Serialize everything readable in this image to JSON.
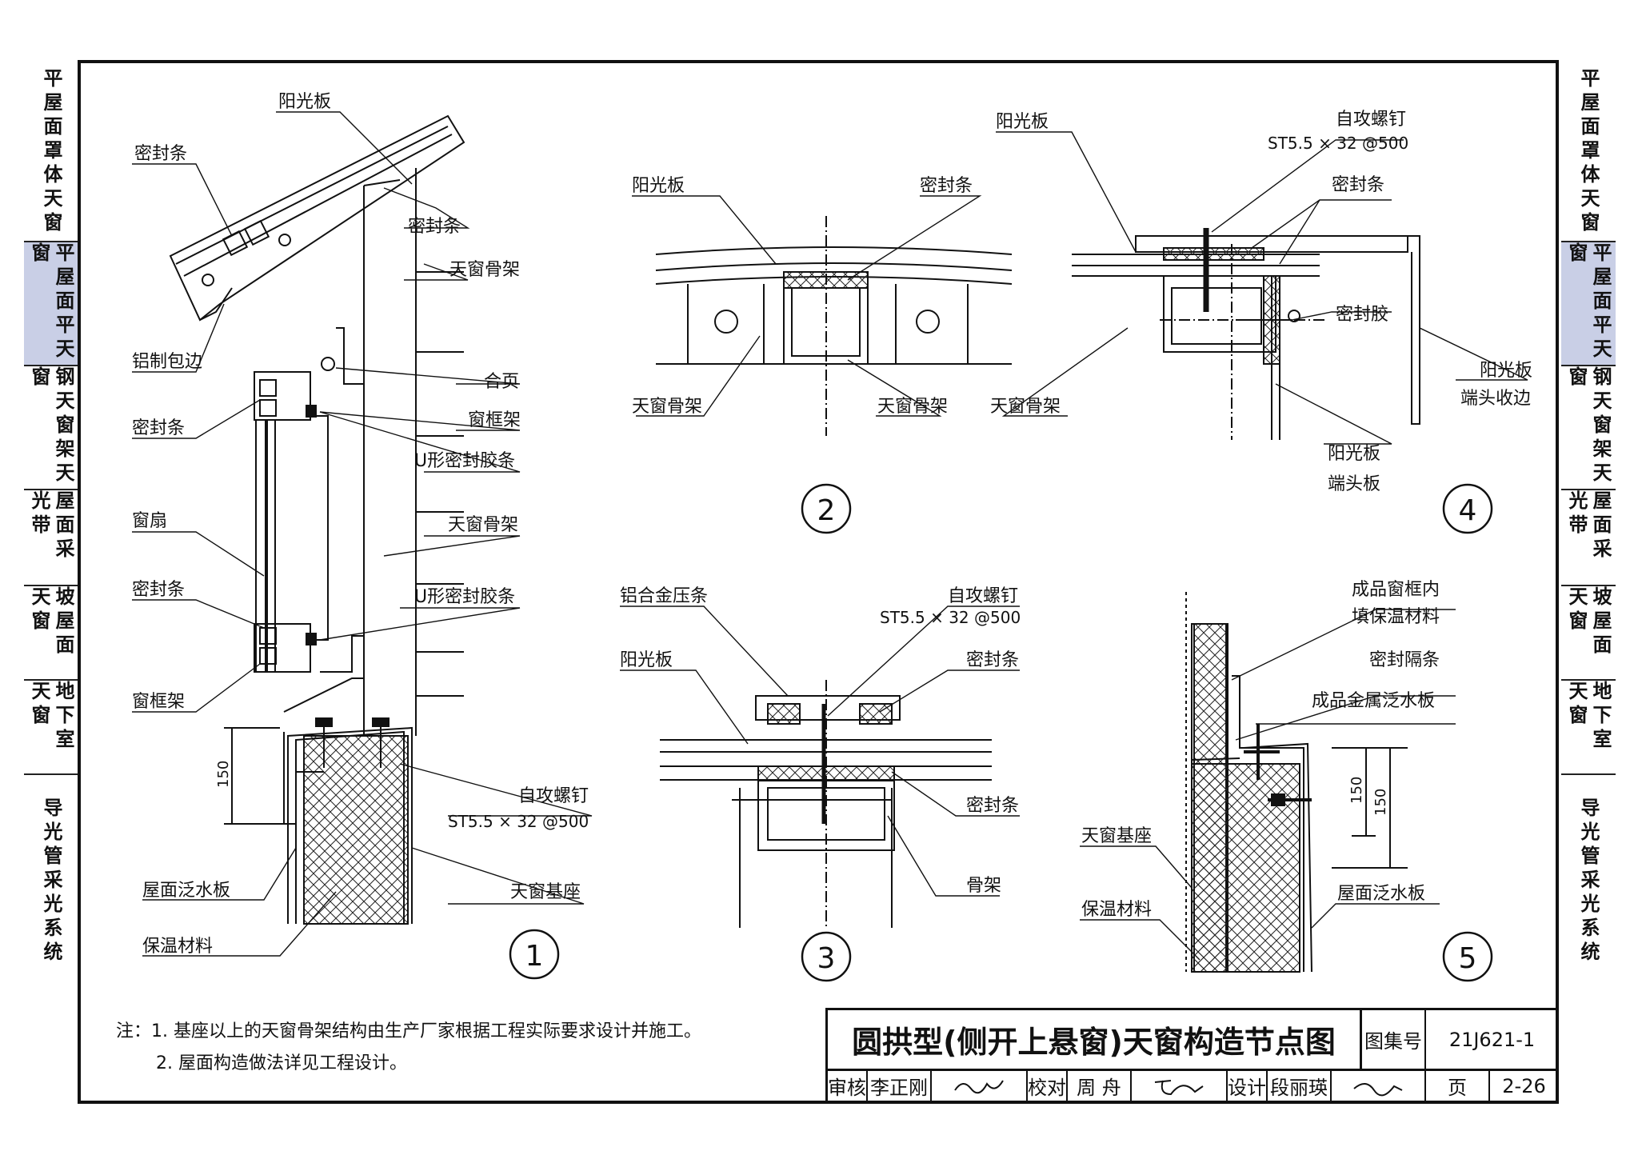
{
  "sidebar": {
    "tabs": [
      {
        "label": "平屋面罩体天窗",
        "active": false
      },
      {
        "label": "平屋面平天窗",
        "active": true
      },
      {
        "label": "钢天窗架天窗",
        "active": false
      },
      {
        "label": "屋面采光带",
        "active": false
      },
      {
        "label": "坡屋面天窗",
        "active": false
      },
      {
        "label": "地下室天窗",
        "active": false
      },
      {
        "label": "导光管采光系统",
        "active": false
      }
    ]
  },
  "details": {
    "d1": {
      "number": "1",
      "labels": {
        "sunboard": "阳光板",
        "seal_strip_1": "密封条",
        "seal_strip_2": "密封条",
        "frame_1": "天窗骨架",
        "alu_edge": "铝制包边",
        "hinge": "合页",
        "seal_strip_3": "密封条",
        "window_frame_1": "窗框架",
        "u_seal_1": "U形密封胶条",
        "sash": "窗扇",
        "frame_2": "天窗骨架",
        "seal_strip_4": "密封条",
        "u_seal_2": "U形密封胶条",
        "window_frame_2": "窗框架",
        "dim": "150",
        "screw": "自攻螺钉",
        "screw_spec": "ST5.5 × 32  @500",
        "roof_flashing": "屋面泛水板",
        "base": "天窗基座",
        "insulation": "保温材料"
      }
    },
    "d2": {
      "number": "2",
      "labels": {
        "sunboard": "阳光板",
        "seal_strip": "密封条",
        "frame_1": "天窗骨架",
        "frame_2": "天窗骨架"
      }
    },
    "d3": {
      "number": "3",
      "labels": {
        "alu_bead": "铝合金压条",
        "screw": "自攻螺钉",
        "screw_spec": "ST5.5 × 32  @500",
        "sunboard": "阳光板",
        "seal_strip_1": "密封条",
        "seal_strip_2": "密封条",
        "frame": "骨架"
      }
    },
    "d4": {
      "number": "4",
      "labels": {
        "sunboard": "阳光板",
        "screw": "自攻螺钉",
        "screw_spec": "ST5.5 × 32  @500",
        "seal_strip": "密封条",
        "sealant": "密封胶",
        "frame": "天窗骨架",
        "edge_1": "阳光板",
        "edge_2": "端头收边",
        "endplate_1": "阳光板",
        "endplate_2": "端头板"
      }
    },
    "d5": {
      "number": "5",
      "labels": {
        "infill_1": "成品窗框内",
        "infill_2": "填保温材料",
        "seal_sep": "密封隔条",
        "metal_flashing": "成品金属泛水板",
        "base": "天窗基座",
        "insulation": "保温材料",
        "roof_flashing": "屋面泛水板",
        "dim_a": "150",
        "dim_b": "150"
      }
    }
  },
  "notes": {
    "line1": "注：1. 基座以上的天窗骨架结构由生产厂家根据工程实际要求设计并施工。",
    "line2": "2. 屋面构造做法详见工程设计。"
  },
  "titleblock": {
    "title": "圆拱型(侧开上悬窗)天窗构造节点图",
    "atlas_label": "图集号",
    "atlas_no": "21J621-1",
    "review_label": "审核",
    "reviewer": "李正刚",
    "check_label": "校对",
    "checker": "周 舟",
    "design_label": "设计",
    "designer": "段丽瑛",
    "page_label": "页",
    "page_no": "2-26"
  },
  "colors": {
    "line": "#111111",
    "active_tab": "#c9cfe6"
  }
}
